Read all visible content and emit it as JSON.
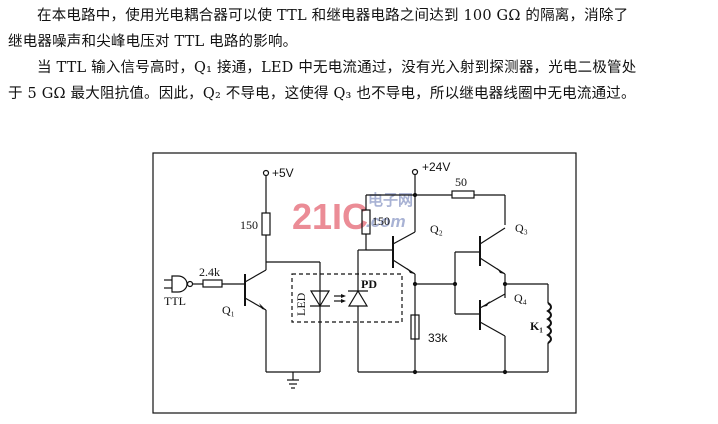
{
  "text": {
    "paragraph1_line1": "在本电路中，使用光电耦合器可以使 TTL 和继电器电路之间达到 100 GΩ 的隔离，消除了",
    "paragraph1_line2": "继电器噪声和尖峰电压对 TTL 电路的影响。",
    "paragraph2_line1": "当 TTL 输入信号高时，Q₁ 接通，LED 中无电流通过，没有光入射到探测器，光电二极管处",
    "paragraph2_line2": "于 5 GΩ 最大阻抗值。因此，Q₂ 不导电，这使得 Q₃ 也不导电，所以继电器线圈中无电流通过。"
  },
  "diagram": {
    "supply_5v": "+5V",
    "supply_24v": "+24V",
    "r_collector_q1": "150",
    "r_input": "2.4k",
    "r_pd": "150",
    "r_q3_collector": "50",
    "r_emitter": "33k",
    "gate_label": "TTL",
    "q1": "Q₁",
    "q2": "Q₂",
    "q3": "Q₃",
    "q4": "Q₄",
    "relay": "K₁",
    "led_label": "LED",
    "pd_label": "PD"
  },
  "watermark": {
    "brand": "21IC",
    "cn": "电子网",
    "domain": ".com",
    "color": "#e87a86",
    "color2": "#9aa6cc"
  }
}
